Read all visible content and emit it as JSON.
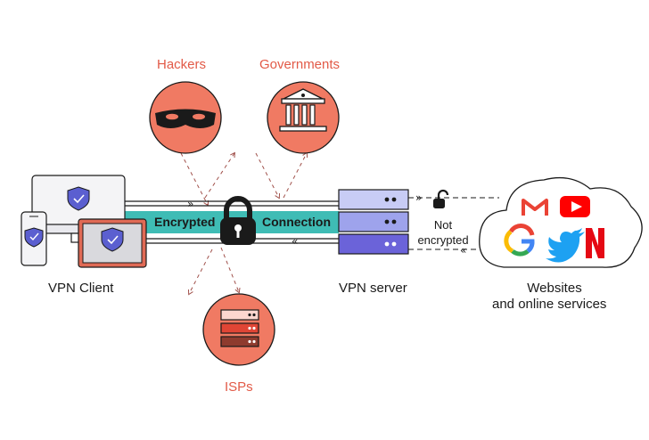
{
  "threats": {
    "hackers": "Hackers",
    "governments": "Governments",
    "isps": "ISPs"
  },
  "tunnel": {
    "left": "Encrypted",
    "right": "Connection"
  },
  "nodes": {
    "client": "VPN Client",
    "server": "VPN server",
    "websites_line1": "Websites",
    "websites_line2": "and online services"
  },
  "link": {
    "not_line1": "Not",
    "not_line2": "encrypted"
  },
  "service_icons": [
    "gmail-icon",
    "youtube-icon",
    "google-icon",
    "twitter-icon",
    "netflix-icon"
  ],
  "colors": {
    "threat": "#f07a63",
    "threat_text": "#e25a47",
    "tunnel": "#3fbcb5",
    "server": "#6b63d9",
    "device_accent": "#e06a55",
    "shield": "#5b5fd0",
    "outline": "#1a1a1a"
  }
}
